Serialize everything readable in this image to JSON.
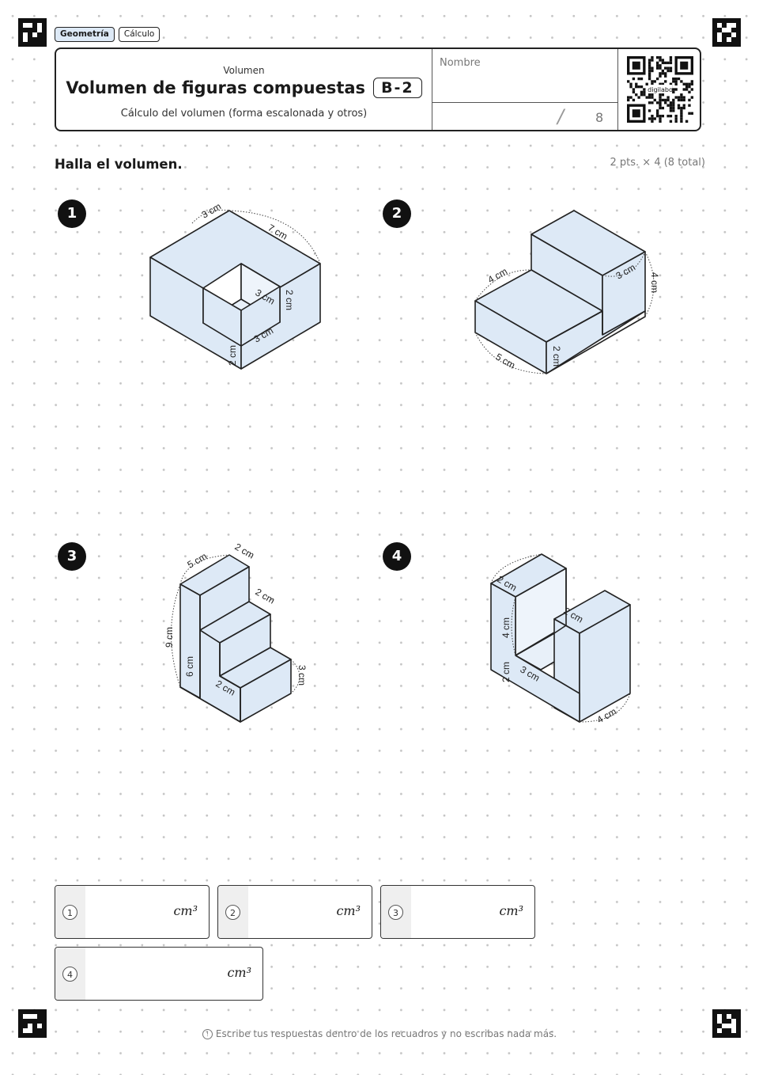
{
  "tags": [
    "Geometría",
    "Cálculo"
  ],
  "header": {
    "subject": "Volumen",
    "title": "Volumen de figuras compuestas",
    "code": "B-2",
    "description": "Cálculo del volumen (forma escalonada y otros)",
    "name_label": "Nombre",
    "score_max": "8",
    "qr_label": "digilabo"
  },
  "instruction": "Halla el volumen.",
  "points": "2 pts. × 4 (8 total)",
  "problems": [
    {
      "number": "1",
      "dims": [
        "3 cm",
        "7 cm",
        "3 cm",
        "2 cm",
        "3 cm",
        "2 cm"
      ]
    },
    {
      "number": "2",
      "dims": [
        "4 cm",
        "3 cm",
        "4 cm",
        "5 cm",
        "2 cm"
      ]
    },
    {
      "number": "3",
      "dims": [
        "5 cm",
        "2 cm",
        "2 cm",
        "9 cm",
        "6 cm",
        "2 cm",
        "3 cm"
      ]
    },
    {
      "number": "4",
      "dims": [
        "2 cm",
        "4 cm",
        "2 cm",
        "2 cm",
        "3 cm",
        "4 cm"
      ]
    }
  ],
  "answers": [
    {
      "number": "1",
      "unit": "cm³"
    },
    {
      "number": "2",
      "unit": "cm³"
    },
    {
      "number": "3",
      "unit": "cm³"
    },
    {
      "number": "4",
      "unit": "cm³"
    }
  ],
  "footer": "Escribe tus respuestas dentro de los recuadros y no escribas nada más."
}
